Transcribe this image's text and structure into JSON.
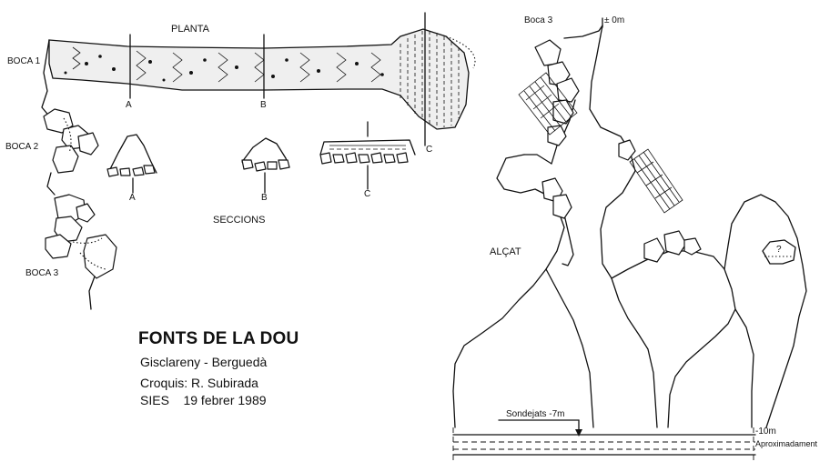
{
  "labels": {
    "planta": "PLANTA",
    "seccions": "SECCIONS",
    "alcat": "ALÇAT",
    "boca1": "BOCA 1",
    "boca2": "BOCA 2",
    "boca3_plan": "BOCA 3",
    "boca3_elev": "Boca 3",
    "zero": "± 0m",
    "sect_a_top": "A",
    "sect_a_bottom": "A",
    "sect_b_top": "B",
    "sect_b_bottom": "B",
    "sect_c_top": "C",
    "sect_c_bottom": "C",
    "question": "?",
    "sondejats": "Sondejats -7m",
    "depth": "-10m",
    "aproximadament": "Aproximadament"
  },
  "caption": {
    "title": "FONTS DE LA DOU",
    "location": "Gisclareny - Berguedà",
    "author": "Croquis: R. Subirada",
    "org_date": "SIES    19 febrer 1989"
  }
}
